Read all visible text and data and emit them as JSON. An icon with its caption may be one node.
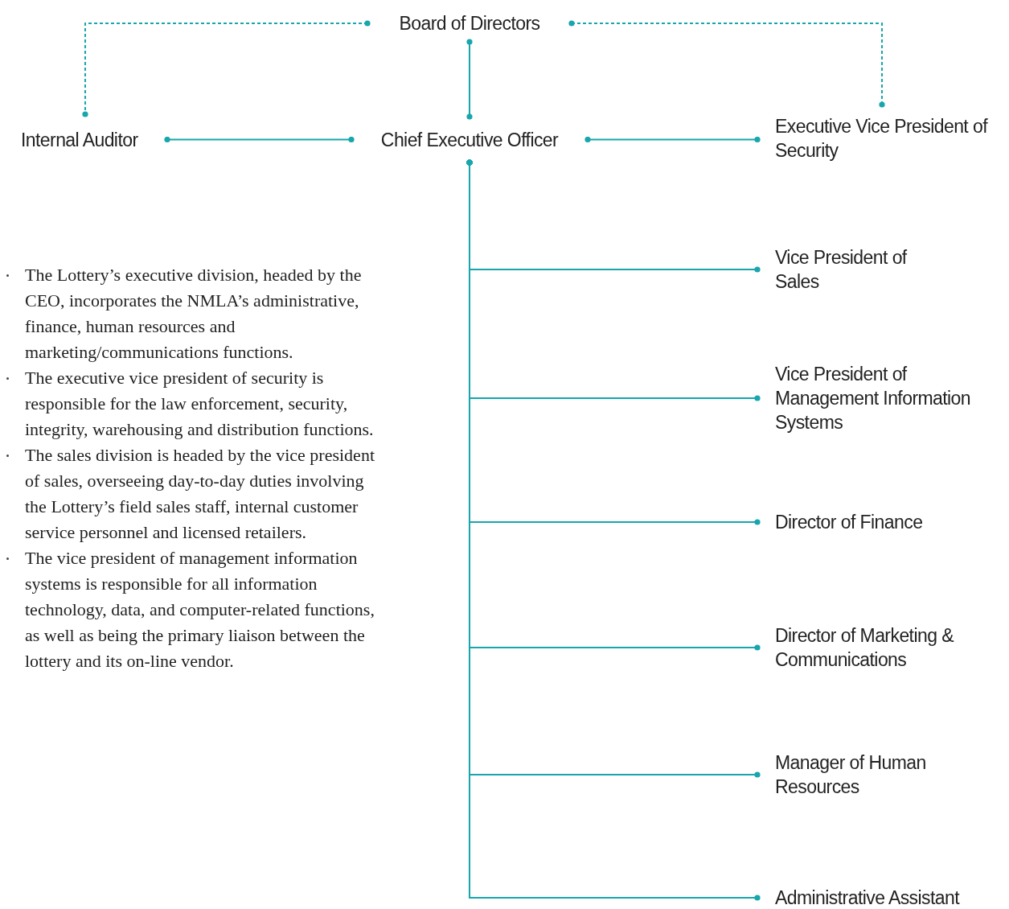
{
  "diagram": {
    "nodes": [
      {
        "text": [
          "Board of Directors"
        ]
      },
      {
        "text": [
          "Internal Auditor"
        ]
      },
      {
        "text": [
          "Chief Executive Officer"
        ]
      },
      {
        "text": [
          "Executive Vice President of Security"
        ]
      },
      {
        "text": [
          "Vice President of Sales"
        ]
      },
      {
        "text": [
          "Vice President of Management Information Systems"
        ]
      },
      {
        "text": [
          "Director of Finance"
        ]
      },
      {
        "text": [
          "Director of Marketing & Communications"
        ]
      },
      {
        "text": [
          "Manager of Human Resources"
        ]
      },
      {
        "text": [
          "Administrative Assistant"
        ]
      }
    ],
    "edges": [
      {
        "from": 0,
        "to": 1,
        "arrow": "other",
        "style": "dashed"
      },
      {
        "from": 0,
        "to": 2,
        "arrow": "other"
      },
      {
        "from": 0,
        "to": 3,
        "arrow": "other",
        "style": "dashed"
      },
      {
        "from": 2,
        "to": 1,
        "arrow": "other"
      },
      {
        "from": 2,
        "to": 3,
        "arrow": "other"
      },
      {
        "from": 2,
        "to": 4,
        "arrow": "other"
      },
      {
        "from": 2,
        "to": 5,
        "arrow": "other"
      },
      {
        "from": 2,
        "to": 6,
        "arrow": "other"
      },
      {
        "from": 2,
        "to": 7,
        "arrow": "other"
      },
      {
        "from": 2,
        "to": 8,
        "arrow": "other"
      },
      {
        "from": 2,
        "to": 9,
        "arrow": "other"
      }
    ],
    "labels": [
      "The Lottery’s executive division, headed by the CEO, incorporates the NMLA’s administrative, finance, human resources and marketing/communications functions.",
      "The executive vice president of security is responsible for the law enforcement, security, integrity, warehousing and distribution functions.",
      "The sales division is headed by the vice president of sales, overseeing day-to-day duties involving the Lottery’s field sales staff, internal customer service personnel and licensed retailers.",
      "The vice president of management information systems is responsible for all information technology, data, and computer-related functions, as well as being the primary liaison between the lottery and its on-line vendor."
    ]
  }
}
